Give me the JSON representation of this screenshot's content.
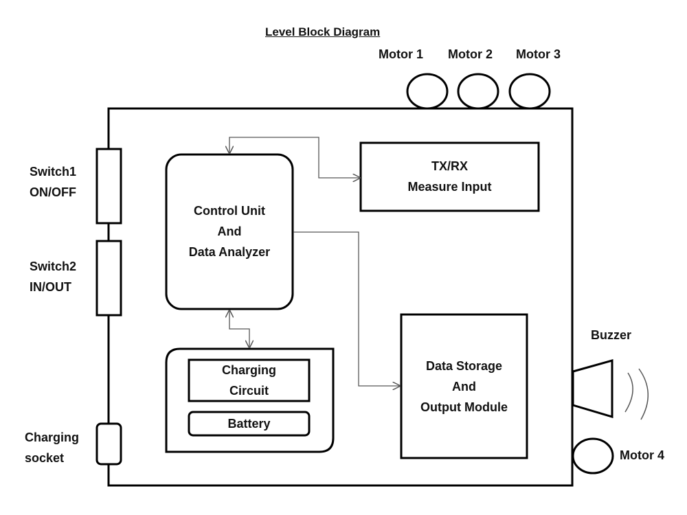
{
  "title": "Level Block Diagram",
  "motors": {
    "motor1": "Motor 1",
    "motor2": "Motor 2",
    "motor3": "Motor 3",
    "motor4": "Motor 4"
  },
  "switches": {
    "switch1": {
      "line1": "Switch1",
      "line2": "ON/OFF"
    },
    "switch2": {
      "line1": "Switch2",
      "line2": "IN/OUT"
    }
  },
  "charging_socket": {
    "line1": "Charging",
    "line2": "socket"
  },
  "control_unit": {
    "line1": "Control Unit",
    "line2": "And",
    "line3": "Data Analyzer"
  },
  "txrx": {
    "line1": "TX/RX",
    "line2": "Measure Input"
  },
  "charging_circuit": {
    "line1": "Charging",
    "line2": "Circuit"
  },
  "battery": "Battery",
  "data_storage": {
    "line1": "Data Storage",
    "line2": "And",
    "line3": "Output Module"
  },
  "buzzer": "Buzzer"
}
